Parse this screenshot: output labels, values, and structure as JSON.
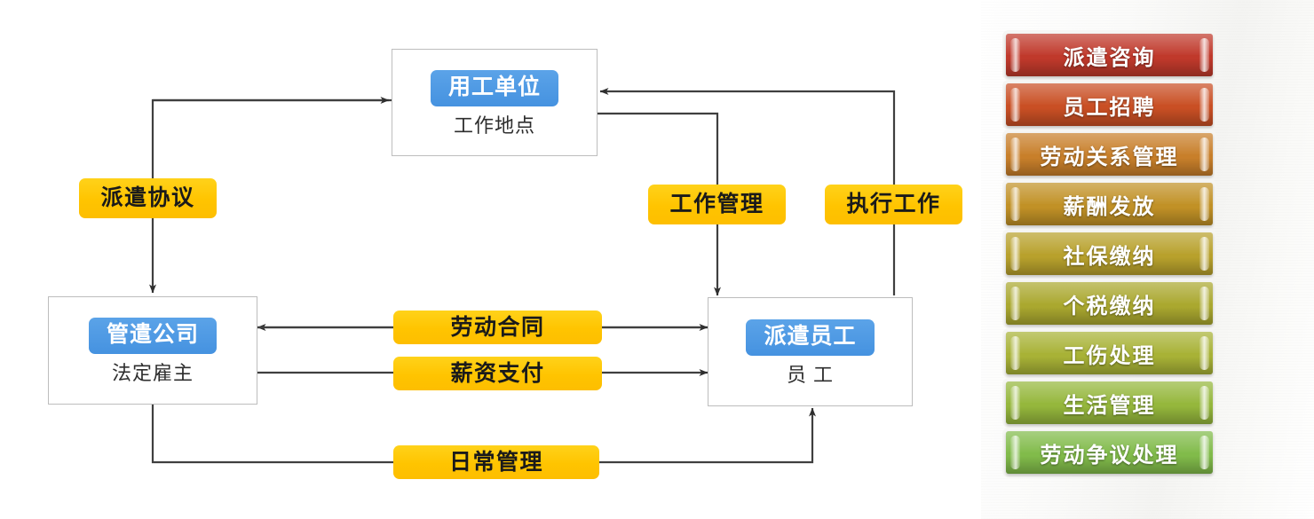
{
  "diagram": {
    "nodes": [
      {
        "id": "employer",
        "title": "用工单位",
        "subtitle": "工作地点"
      },
      {
        "id": "agency",
        "title": "管遣公司",
        "subtitle": "法定雇主"
      },
      {
        "id": "dispatched",
        "title": "派遣员工",
        "subtitle": "员 工"
      }
    ],
    "edge_labels": [
      {
        "id": "dispatch-agreement",
        "text": "派遣协议"
      },
      {
        "id": "work-management",
        "text": "工作管理"
      },
      {
        "id": "perform-work",
        "text": "执行工作"
      },
      {
        "id": "labor-contract",
        "text": "劳动合同"
      },
      {
        "id": "salary-payment",
        "text": "薪资支付"
      },
      {
        "id": "daily-management",
        "text": "日常管理"
      }
    ],
    "colors": {
      "node_pill": "#4a97e3",
      "edge_label": "#FFC800",
      "connector": "#3f3f3f",
      "node_border": "#bdbdbd"
    }
  },
  "services": {
    "items": [
      {
        "label": "派遣咨询",
        "color": "#c0392b"
      },
      {
        "label": "员工招聘",
        "color": "#c94f24"
      },
      {
        "label": "劳动关系管理",
        "color": "#c87f2a"
      },
      {
        "label": "薪酬发放",
        "color": "#c19126"
      },
      {
        "label": "社保缴纳",
        "color": "#b8a12c"
      },
      {
        "label": "个税缴纳",
        "color": "#aaa82f"
      },
      {
        "label": "工伤处理",
        "color": "#a8b236"
      },
      {
        "label": "生活管理",
        "color": "#95b73c"
      },
      {
        "label": "劳动争议处理",
        "color": "#81bb4a"
      }
    ]
  }
}
